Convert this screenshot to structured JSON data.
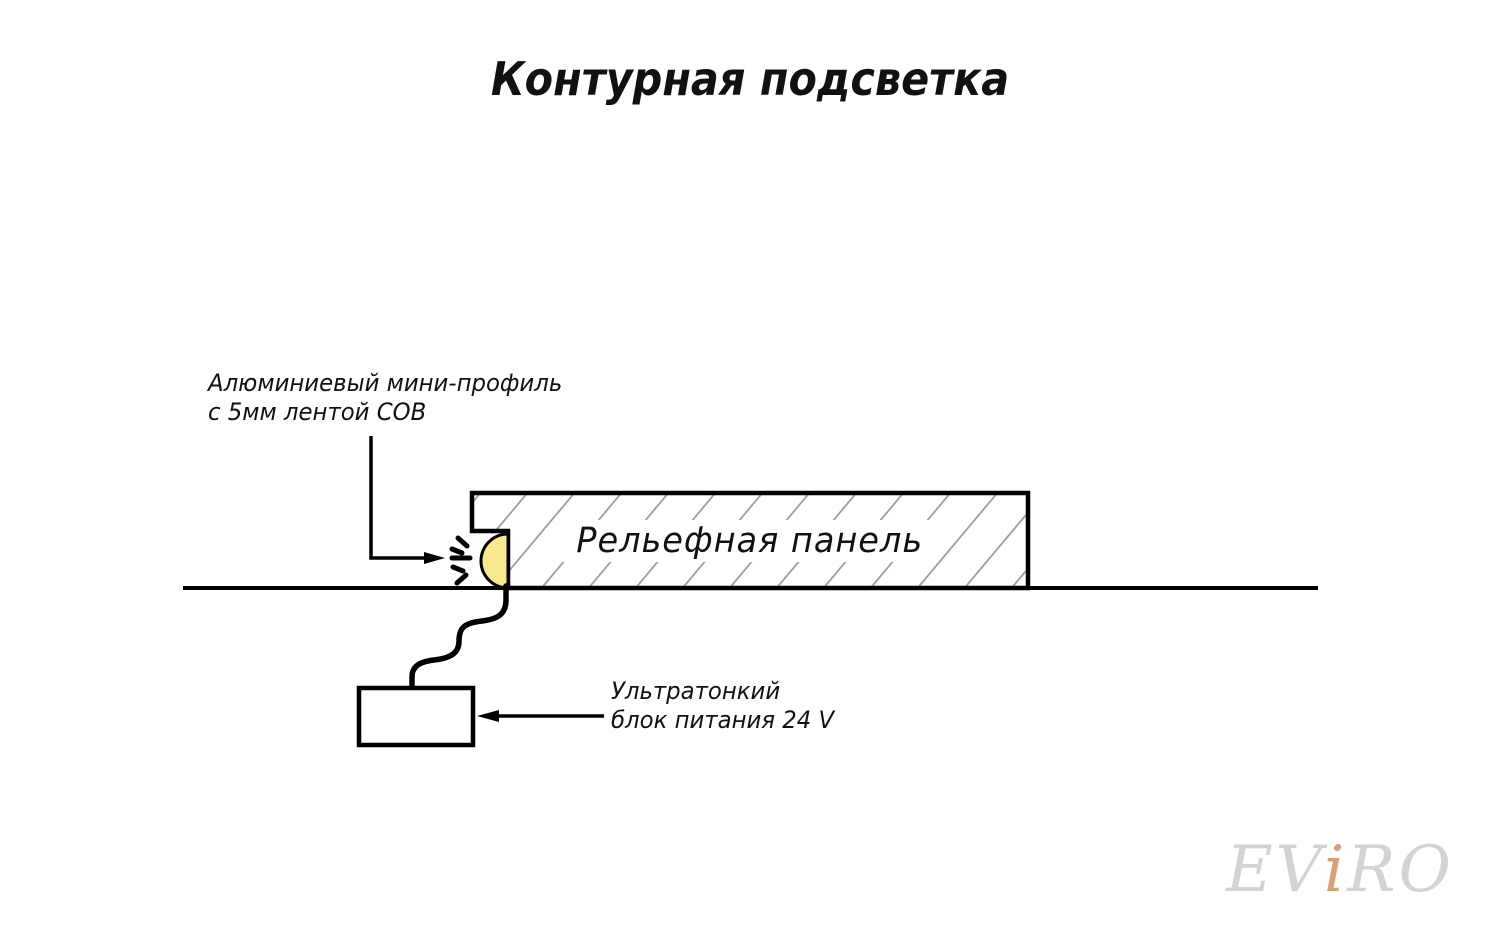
{
  "title": "Контурная подсветка",
  "annotations": {
    "profile_label": {
      "line1": "Алюминиевый мини-профиль",
      "line2": "с 5мм лентой COB"
    },
    "panel_label": "Рельефная панель",
    "psu_label": {
      "line1": "Ультратонкий",
      "line2": "блок питания 24 V"
    }
  },
  "watermark": {
    "part1": "EV",
    "part2": "i",
    "part3": "RO"
  },
  "colors": {
    "line": "#000000",
    "hatch": "#9a9a9a",
    "led_glow": "#f8e98e",
    "watermark_gray": "#d3d3d3",
    "watermark_accent": "#dd9f72",
    "background": "#ffffff"
  }
}
